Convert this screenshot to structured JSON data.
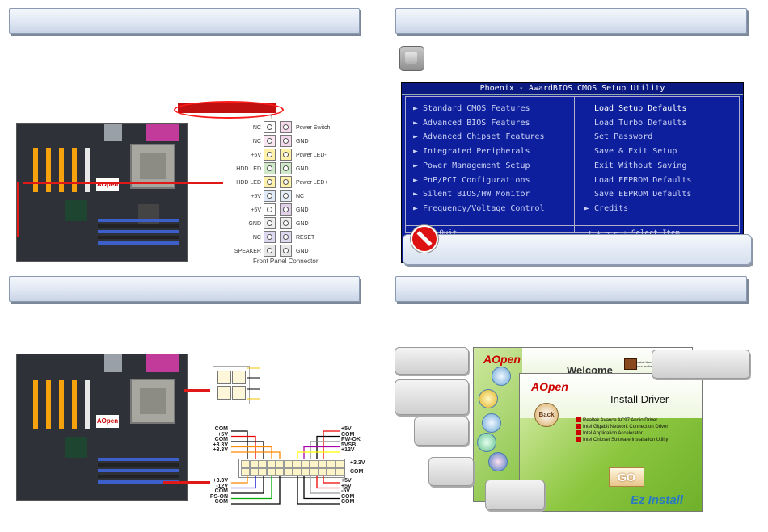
{
  "front_panel": {
    "header_number": "1",
    "caption": "Front Panel Connector",
    "left_pins": [
      "NC",
      "NC",
      "+5V",
      "HDD LED",
      "HDD LED",
      "+5V",
      "+5V",
      "GND",
      "NC",
      "SPEAKER"
    ],
    "right_pins": [
      "Power Switch",
      "GND",
      "Power LED-",
      "GND",
      "Power LED+",
      "NC",
      "GND",
      "GND",
      "RESET",
      "GND"
    ]
  },
  "bios": {
    "title": "Phoenix - AwardBIOS CMOS Setup Utility",
    "left_menu": [
      "► Standard CMOS Features",
      "► Advanced BIOS Features",
      "► Advanced Chipset Features",
      "► Integrated Peripherals",
      "► Power Management Setup",
      "► PnP/PCI Configurations",
      "► Silent BIOS/HW Monitor",
      "► Frequency/Voltage Control"
    ],
    "right_menu": [
      "Load Setup Defaults",
      "Load Turbo Defaults",
      "Set Password",
      "Save & Exit Setup",
      "Exit Without Saving",
      "Load EEPROM Defaults",
      "Save EEPROM Defaults",
      "► Credits"
    ],
    "footer_left": "Esc : Quit",
    "footer_right": "↑ ↓ → ← : Select Item"
  },
  "mobo_logo": "AOpen",
  "atx": {
    "left_labels": [
      "COM",
      "+5V",
      "COM",
      "+3.3V",
      "+3.3V"
    ],
    "right_labels_top": [
      "+5V",
      "COM",
      "PW-OK",
      "5VSB",
      "+12V"
    ],
    "side_top": "+3.3V",
    "side_bottom": "COM",
    "left_bottom": [
      "+3.3V",
      "-12V",
      "COM",
      "PS-ON",
      "COM"
    ],
    "right_bottom": [
      "+5V",
      "+5V",
      "-5V",
      "COM",
      "COM"
    ]
  },
  "ez": {
    "brand": "AOpen",
    "welcome": "Welcome",
    "install_title": "Install Driver",
    "book_caption": "Install User manual of your motherboard",
    "back_label": "Back",
    "go_label": "GO",
    "ez_logo": "Ez Install",
    "drivers": [
      "Realtek Avance AC97 Audio Driver",
      "Intel Gigabit Network Connection Driver",
      "Intel Application Accelerator",
      "Intel Chipset Software Installation Utility"
    ]
  }
}
